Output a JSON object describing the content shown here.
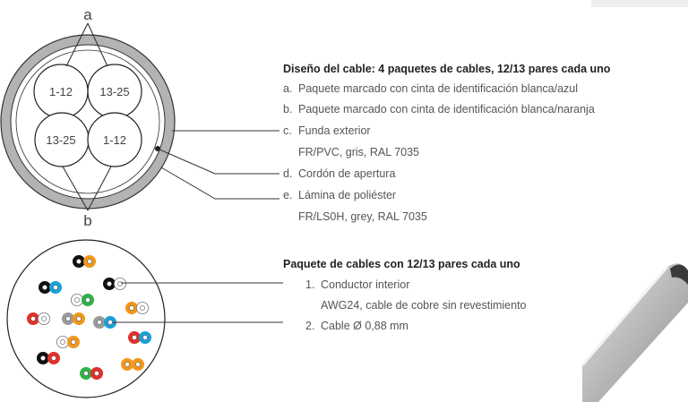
{
  "diagram_top": {
    "label_a": "a",
    "label_b": "b",
    "bundles": [
      "1-12",
      "13-25",
      "13-25",
      "1-12"
    ]
  },
  "section1": {
    "heading": "Diseño del cable: 4 paquetes de cables, 12/13 pares cada uno",
    "items": [
      {
        "marker": "a.",
        "text": "Paquete marcado con cinta de identificación blanca/azul"
      },
      {
        "marker": "b.",
        "text": "Paquete marcado con cinta de identificación blanca/naranja"
      },
      {
        "marker": "c.",
        "text": "Funda exterior",
        "sub": "FR/PVC, gris, RAL 7035"
      },
      {
        "marker": "d.",
        "text": "Cordón de apertura"
      },
      {
        "marker": "e.",
        "text": "Lámina de poliéster",
        "sub": "FR/LS0H, grey, RAL 7035"
      }
    ]
  },
  "section2": {
    "heading": "Paquete de cables con 12/13 pares cada uno",
    "items": [
      {
        "marker": "1.",
        "text": "Conductor interior",
        "sub": "AWG24, cable de cobre sin revestimiento"
      },
      {
        "marker": "2.",
        "text": "Cable Ø 0,88 mm"
      }
    ]
  },
  "colors": {
    "sheath": "#b3b3b3",
    "line": "#333333",
    "black": "#111111",
    "orange": "#f2971a",
    "blue": "#1aa0d8",
    "green": "#2eb24a",
    "red": "#e0302a",
    "grey": "#9b9b9b",
    "white": "#ffffff"
  }
}
